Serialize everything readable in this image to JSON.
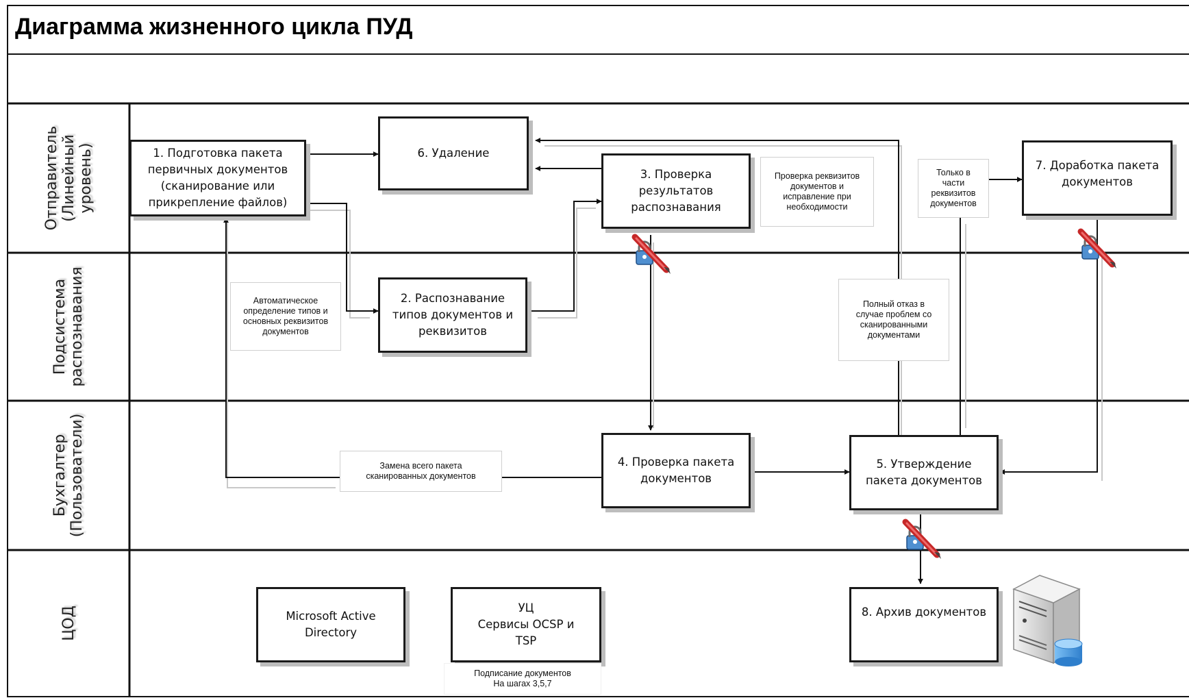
{
  "title": "Диаграмма жизненного цикла ПУД",
  "lanes": [
    {
      "label": "Отправитель\n(Линейный\nуровень)"
    },
    {
      "label": "Подсистема\nраспознавания"
    },
    {
      "label": "Бухгалтер\n(Пользователи)"
    },
    {
      "label": "ЦОД"
    }
  ],
  "steps": {
    "s1": "1. Подготовка пакета\nпервичных документов\n(сканирование или\nприкрепление файлов)",
    "s2": "2. Распознавание\nтипов документов и\nреквизитов",
    "s3": "3. Проверка\nрезультатов\nраспознавания",
    "s4": "4. Проверка пакета\nдокументов",
    "s5": "5. Утверждение\nпакета документов",
    "s6": "6. Удаление",
    "s7": "7. Доработка пакета\nдокументов",
    "s8": "8. Архив документов",
    "ad": "Microsoft Active\nDirectory",
    "uc": "УЦ\nСервисы OCSP и\nTSP"
  },
  "notes": {
    "auto_detect": "Автоматическое\nопределение типов и\nосновных реквизитов\nдокументов",
    "check_req": "Проверка реквизитов\nдокументов и\nисправление при\nнеобходимости",
    "only_req": "Только в\nчасти\nреквизитов\nдокументов",
    "full_reject": "Полный отказ в\nслучае проблем со\nсканированными\nдокументами",
    "replace_pkg": "Замена всего пакета\nсканированных документов",
    "signing": "Подписание документов\nНа шагах 3,5,7"
  },
  "icons": {
    "pen_lock": "pen-lock-icon",
    "server": "server-database-icon"
  },
  "colors": {
    "pen_red": "#c62828",
    "lock_blue": "#3f7fc4",
    "server_gray": "#d8d8d8",
    "db_blue": "#4a9be0"
  }
}
